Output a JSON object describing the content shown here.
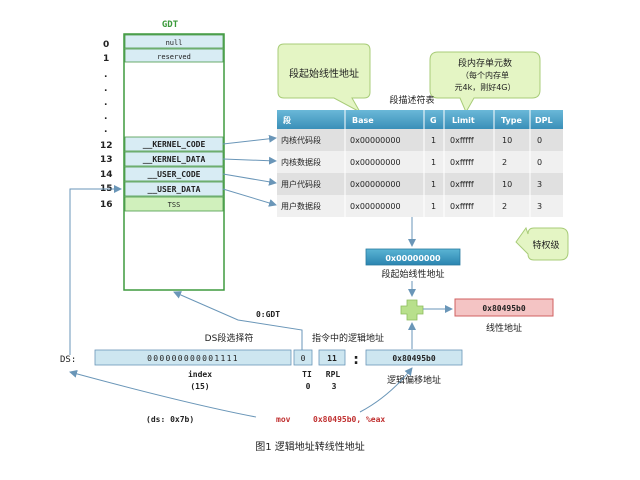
{
  "gdt": {
    "title": "GDT",
    "row_numbers": [
      "0",
      "1",
      ".",
      ".",
      ".",
      ".",
      ".",
      "12",
      "13",
      "14",
      "15",
      "16"
    ],
    "entries": {
      "null": "null",
      "reserved": "reserved",
      "kernel_code": "__KERNEL_CODE",
      "kernel_data": "__KERNEL_DATA",
      "user_code": "__USER_CODE",
      "user_data": "__USER_DATA",
      "tss": "TSS"
    }
  },
  "callouts": {
    "base_note": "段起始线性地址",
    "limit_note_line1": "段内存单元数",
    "limit_note_line2": "（每个内存单",
    "limit_note_line3": "元4k，刚好4G）",
    "dpl_note": "特权级"
  },
  "descriptor_table": {
    "title": "段描述符表",
    "headers": [
      "段",
      "Base",
      "G",
      "Limit",
      "Type",
      "DPL"
    ],
    "rows": [
      [
        "内核代码段",
        "0x00000000",
        "1",
        "0xfffff",
        "10",
        "0"
      ],
      [
        "内核数据段",
        "0x00000000",
        "1",
        "0xfffff",
        "2",
        "0"
      ],
      [
        "用户代码段",
        "0x00000000",
        "1",
        "0xfffff",
        "10",
        "3"
      ],
      [
        "用户数据段",
        "0x00000000",
        "1",
        "0xfffff",
        "2",
        "3"
      ]
    ]
  },
  "base_box": {
    "value": "0x00000000",
    "label": "段起始线性地址"
  },
  "linear_box": {
    "value": "0x80495b0",
    "label": "线性地址"
  },
  "offset_box": {
    "value": "0x80495b0",
    "label": "逻辑偏移地址"
  },
  "selector": {
    "ds_prefix": "DS:",
    "caption": "DS段选择符",
    "index_bits": "000000000001111",
    "ti_bit": "0",
    "rpl_bits": "11",
    "colon": ":",
    "index_label": "index",
    "index_value": "(15)",
    "ti_label": "TI",
    "ti_value": "0",
    "rpl_label": "RPL",
    "rpl_value": "3",
    "gdt_label": "0:GDT",
    "logical_label": "指令中的逻辑地址"
  },
  "instruction": {
    "ds_value": "(ds: 0x7b)",
    "mnemonic": "mov",
    "operands": "0x80495b0, %eax"
  },
  "figure_caption": "图1 逻辑地址转线性地址",
  "colors": {
    "gdt_entry": "#d8ecf4",
    "gdt_border": "#4a9a4a",
    "header_bg": "#4aa3c8",
    "row_even": "#e0e0e0",
    "row_odd": "#f0f0f0",
    "callout": "#e4f5c4",
    "callout_border": "#a8cc78",
    "linear_bg": "#f4c4c4",
    "linear_border": "#d06060",
    "plus": "#b8e08c",
    "arrow": "#6a96b8",
    "mov_red": "#c03030"
  }
}
